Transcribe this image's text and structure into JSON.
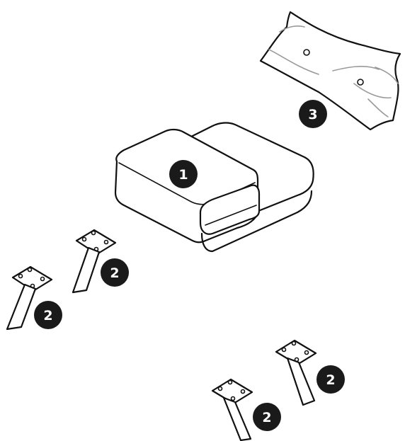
{
  "parts": [
    {
      "id": "ottoman",
      "number_label": "1"
    },
    {
      "id": "legs",
      "number_label": "2"
    },
    {
      "id": "cushion",
      "number_label": "3"
    }
  ]
}
